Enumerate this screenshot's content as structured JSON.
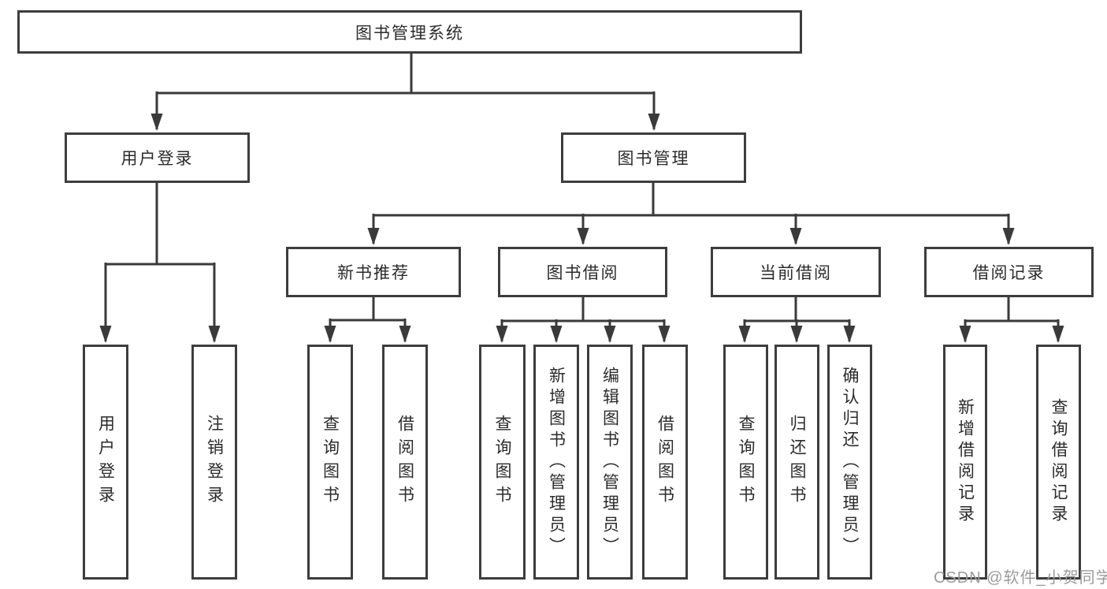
{
  "diagram": {
    "root": {
      "label": "图书管理系统"
    },
    "branches": [
      {
        "label": "用户登录"
      },
      {
        "label": "图书管理"
      }
    ],
    "sections": [
      {
        "label": "新书推荐"
      },
      {
        "label": "图书借阅"
      },
      {
        "label": "当前借阅"
      },
      {
        "label": "借阅记录"
      }
    ],
    "leaves": [
      {
        "label": "用户登录",
        "parent": "用户登录"
      },
      {
        "label": "注销登录",
        "parent": "用户登录"
      },
      {
        "label": "查询图书",
        "parent": "新书推荐"
      },
      {
        "label": "借阅图书",
        "parent": "新书推荐"
      },
      {
        "label": "查询图书",
        "parent": "图书借阅"
      },
      {
        "label": "新增图书（管理员）",
        "parent": "图书借阅"
      },
      {
        "label": "编辑图书（管理员）",
        "parent": "图书借阅"
      },
      {
        "label": "借阅图书",
        "parent": "图书借阅"
      },
      {
        "label": "查询图书",
        "parent": "当前借阅"
      },
      {
        "label": "归还图书",
        "parent": "当前借阅"
      },
      {
        "label": "确认归还（管理员）",
        "parent": "当前借阅"
      },
      {
        "label": "新增借阅记录",
        "parent": "借阅记录"
      },
      {
        "label": "查询借阅记录",
        "parent": "借阅记录"
      }
    ]
  },
  "watermark": {
    "text": "CSDN @软件_小贺同学"
  },
  "colors": {
    "line": "#3a3a3a",
    "border": "#3d3d3d",
    "text": "#2b2b2b",
    "watermark": "#9b9b9b",
    "background": "#ffffff"
  }
}
